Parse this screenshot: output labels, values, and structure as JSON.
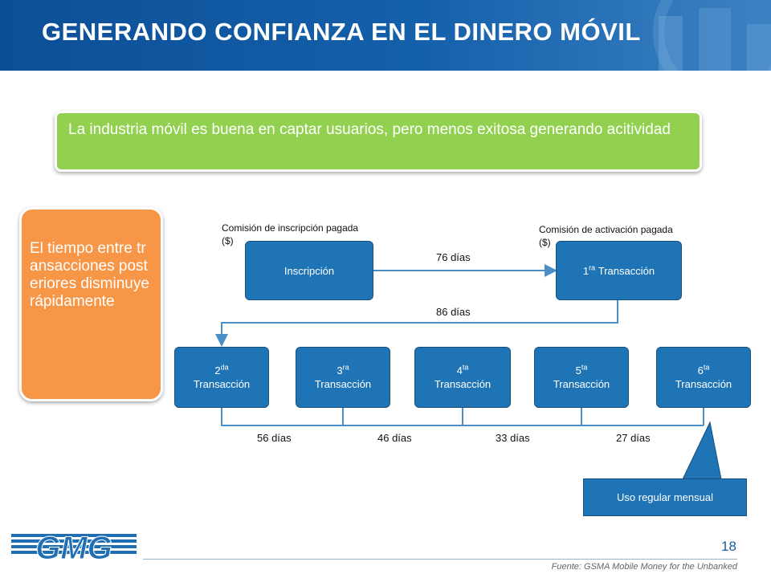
{
  "header": {
    "title": "GENERANDO CONFIANZA EN EL DINERO MÓVIL"
  },
  "banner": {
    "text": "La industria móvil es buena en captar usuarios, pero menos exitosa generando acitividad"
  },
  "side_box": {
    "text": "El tiempo entre transacciones posteriores disminuye rápidamente"
  },
  "flow": {
    "registration": "Inscripción",
    "first_tx": {
      "ordinal": "1",
      "suffix": "ra",
      "name": "Transacción"
    },
    "transactions": [
      {
        "ordinal": "2",
        "suffix": "da",
        "name": "Transacción"
      },
      {
        "ordinal": "3",
        "suffix": "ra",
        "name": "Transacción"
      },
      {
        "ordinal": "4",
        "suffix": "ta",
        "name": "Transacción"
      },
      {
        "ordinal": "5",
        "suffix": "ta",
        "name": "Transacción"
      },
      {
        "ordinal": "6",
        "suffix": "ta",
        "name": "Transacción"
      }
    ],
    "registration_fee": "Comisión de inscripción pagada ($)",
    "activation_fee": "Comisión de activación pagada ($)",
    "gap_first": "76 días",
    "gap_second": "86 días",
    "gaps": [
      "56 días",
      "46 días",
      "33 días",
      "27 días"
    ],
    "callout": "Uso regular mensual"
  },
  "colors": {
    "header_blue": "#0b4f96",
    "banner_green": "#92d050",
    "side_orange": "#f79646",
    "node_blue": "#1f74b6",
    "connector": "#4a8fc7"
  },
  "footer": {
    "page_number": "18",
    "source": "Fuente: GSMA Mobile Money for the Unbanked",
    "logo_text": "GMG"
  }
}
